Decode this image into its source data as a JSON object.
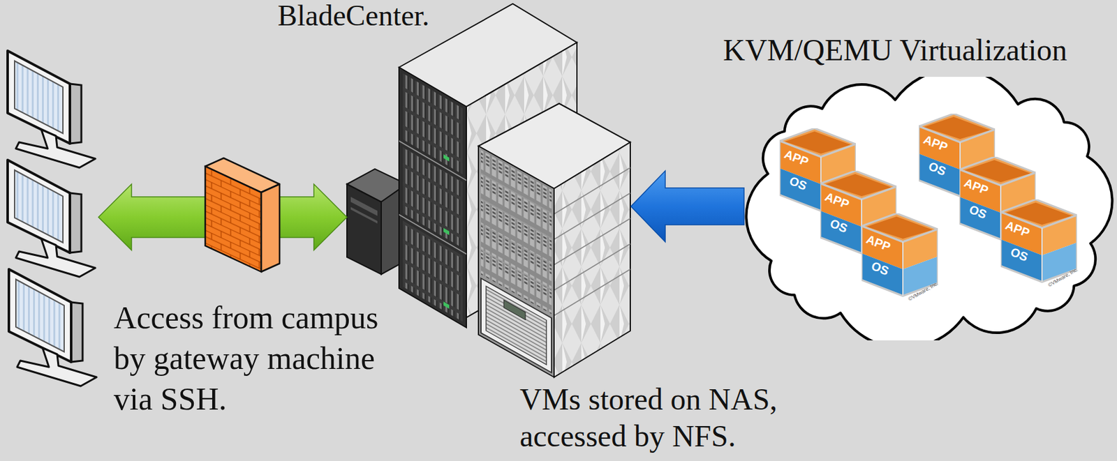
{
  "diagram": {
    "nodes": [
      {
        "text": [
          "BladeCenter."
        ]
      },
      {
        "text": [
          "KVM/QEMU Virtualization"
        ]
      },
      {
        "text": [
          "APP",
          "OS"
        ],
        "in": 1
      },
      {
        "text": [
          "APP",
          "OS"
        ],
        "in": 1
      },
      {
        "text": [
          "APP",
          "OS"
        ],
        "in": 1
      },
      {
        "text": [
          "APP",
          "OS"
        ],
        "in": 1
      },
      {
        "text": [
          "APP",
          "OS"
        ],
        "in": 1
      },
      {
        "text": [
          "APP",
          "OS"
        ],
        "in": 1
      },
      {
        "text": [
          "Access from campus by gateway machine via SSH."
        ]
      },
      {
        "text": [
          "VMs stored on NAS, accessed by NFS."
        ]
      }
    ],
    "edges": [
      {
        "from": 8,
        "to": 0,
        "arrow": "both"
      },
      {
        "from": 1,
        "to": 9,
        "arrow": "to"
      }
    ],
    "labels": [
      "©VMware, Inc.",
      "©VMware, Inc."
    ]
  }
}
